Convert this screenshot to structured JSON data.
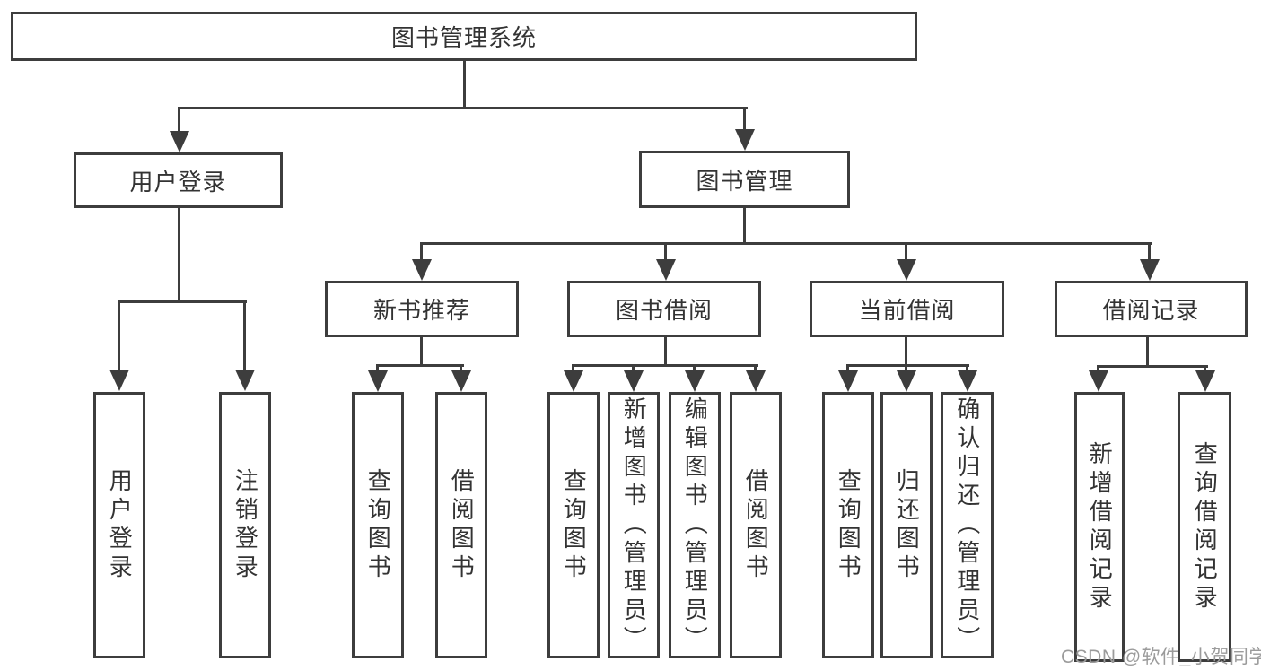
{
  "colors": {
    "line": "#3d3d3d",
    "text": "#333333",
    "watermark_gray": "#9b9b9b",
    "background": "#ffffff"
  },
  "tree": {
    "root": "图书管理系统",
    "level2": [
      "用户登录",
      "图书管理"
    ],
    "level3": [
      "新书推荐",
      "图书借阅",
      "当前借阅",
      "借阅记录"
    ],
    "leaf_groups": [
      {
        "parent": "用户登录",
        "children": [
          "用户登录",
          "注销登录"
        ]
      },
      {
        "parent": "新书推荐",
        "children": [
          "查询图书",
          "借阅图书"
        ]
      },
      {
        "parent": "图书借阅",
        "children": [
          "查询图书",
          "新增图书（管理员）",
          "编辑图书（管理员）",
          "借阅图书"
        ]
      },
      {
        "parent": "当前借阅",
        "children": [
          "查询图书",
          "归还图书",
          "确认归还（管理员）"
        ]
      },
      {
        "parent": "借阅记录",
        "children": [
          "新增借阅记录",
          "查询借阅记录"
        ]
      }
    ]
  },
  "watermark": {
    "text": "CSDN @软件_小贺同学"
  }
}
